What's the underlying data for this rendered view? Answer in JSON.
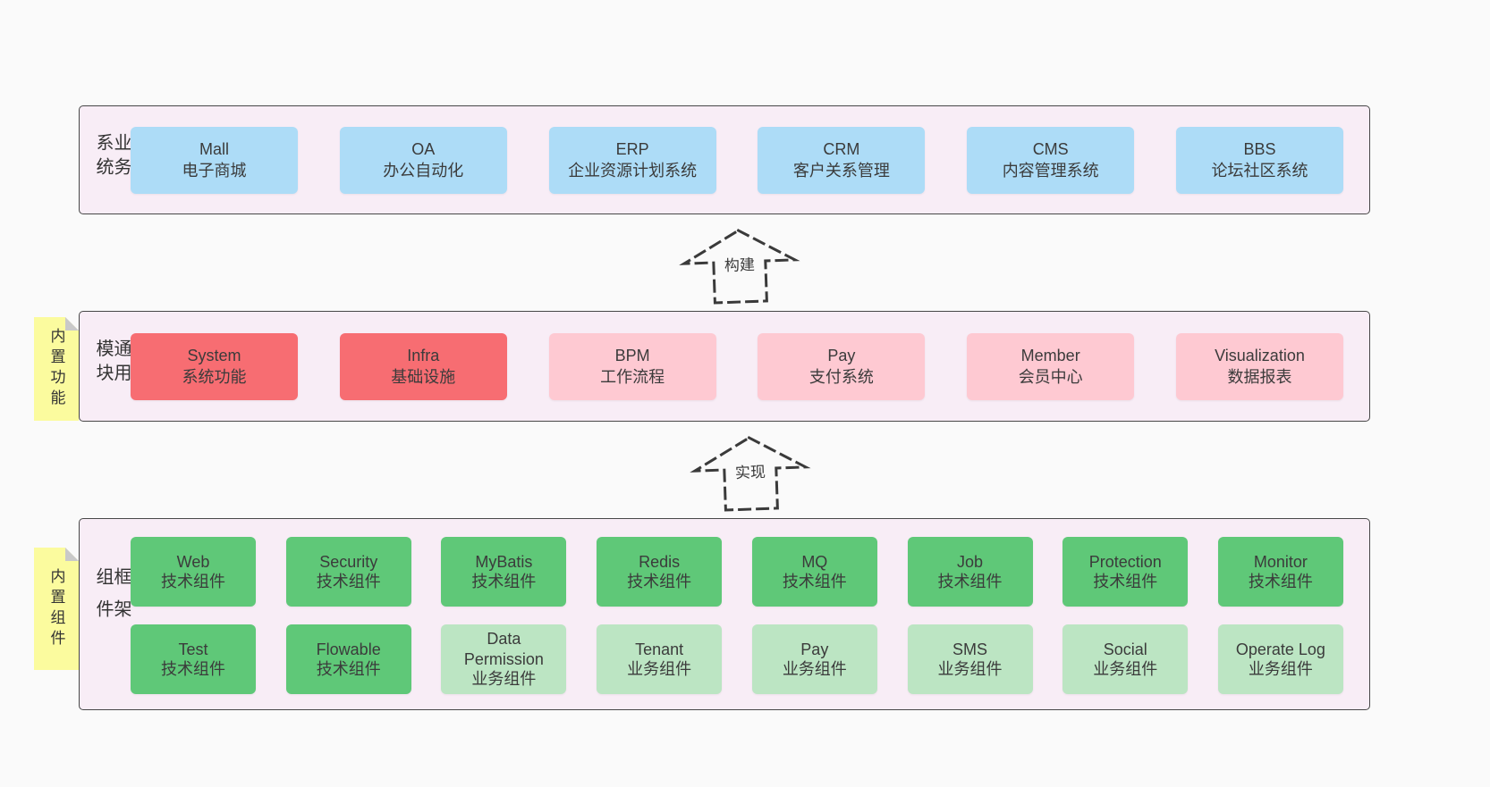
{
  "colors": {
    "page_bg": "#fafafa",
    "layer_bg": "#f8edf6",
    "layer_border": "#474747",
    "blue": "#addcf7",
    "red": "#f76d72",
    "pink": "#fec9d2",
    "green": "#5fc878",
    "green_light": "#bce5c3",
    "sticky_yellow": "#fbfb9e",
    "text": "#3b3b3b"
  },
  "layers": [
    {
      "id": "business-systems",
      "label": "业务系统",
      "boxes": [
        {
          "name": "Mall",
          "subtitle": "电子商城",
          "variant": "blue"
        },
        {
          "name": "OA",
          "subtitle": "办公自动化",
          "variant": "blue"
        },
        {
          "name": "ERP",
          "subtitle": "企业资源计划系统",
          "variant": "blue"
        },
        {
          "name": "CRM",
          "subtitle": "客户关系管理",
          "variant": "blue"
        },
        {
          "name": "CMS",
          "subtitle": "内容管理系统",
          "variant": "blue"
        },
        {
          "name": "BBS",
          "subtitle": "论坛社区系统",
          "variant": "blue"
        }
      ]
    },
    {
      "id": "common-modules",
      "label": "通用模块",
      "sticky": "内置功能",
      "boxes": [
        {
          "name": "System",
          "subtitle": "系统功能",
          "variant": "red"
        },
        {
          "name": "Infra",
          "subtitle": "基础设施",
          "variant": "red"
        },
        {
          "name": "BPM",
          "subtitle": "工作流程",
          "variant": "pink"
        },
        {
          "name": "Pay",
          "subtitle": "支付系统",
          "variant": "pink"
        },
        {
          "name": "Member",
          "subtitle": "会员中心",
          "variant": "pink"
        },
        {
          "name": "Visualization",
          "subtitle": "数据报表",
          "variant": "pink"
        }
      ]
    },
    {
      "id": "framework-components",
      "label": "框架组件",
      "sticky": "内置组件",
      "rows": [
        [
          {
            "name": "Web",
            "subtitle": "技术组件",
            "variant": "green"
          },
          {
            "name": "Security",
            "subtitle": "技术组件",
            "variant": "green"
          },
          {
            "name": "MyBatis",
            "subtitle": "技术组件",
            "variant": "green"
          },
          {
            "name": "Redis",
            "subtitle": "技术组件",
            "variant": "green"
          },
          {
            "name": "MQ",
            "subtitle": "技术组件",
            "variant": "green"
          },
          {
            "name": "Job",
            "subtitle": "技术组件",
            "variant": "green"
          },
          {
            "name": "Protection",
            "subtitle": "技术组件",
            "variant": "green"
          },
          {
            "name": "Monitor",
            "subtitle": "技术组件",
            "variant": "green"
          }
        ],
        [
          {
            "name": "Test",
            "subtitle": "技术组件",
            "variant": "green"
          },
          {
            "name": "Flowable",
            "subtitle": "技术组件",
            "variant": "green"
          },
          {
            "name": "Data Permission",
            "subtitle": "业务组件",
            "variant": "green-light"
          },
          {
            "name": "Tenant",
            "subtitle": "业务组件",
            "variant": "green-light"
          },
          {
            "name": "Pay",
            "subtitle": "业务组件",
            "variant": "green-light"
          },
          {
            "name": "SMS",
            "subtitle": "业务组件",
            "variant": "green-light"
          },
          {
            "name": "Social",
            "subtitle": "业务组件",
            "variant": "green-light"
          },
          {
            "name": "Operate Log",
            "subtitle": "业务组件",
            "variant": "green-light"
          }
        ]
      ]
    }
  ],
  "arrows": [
    {
      "label": "构建"
    },
    {
      "label": "实现"
    }
  ]
}
